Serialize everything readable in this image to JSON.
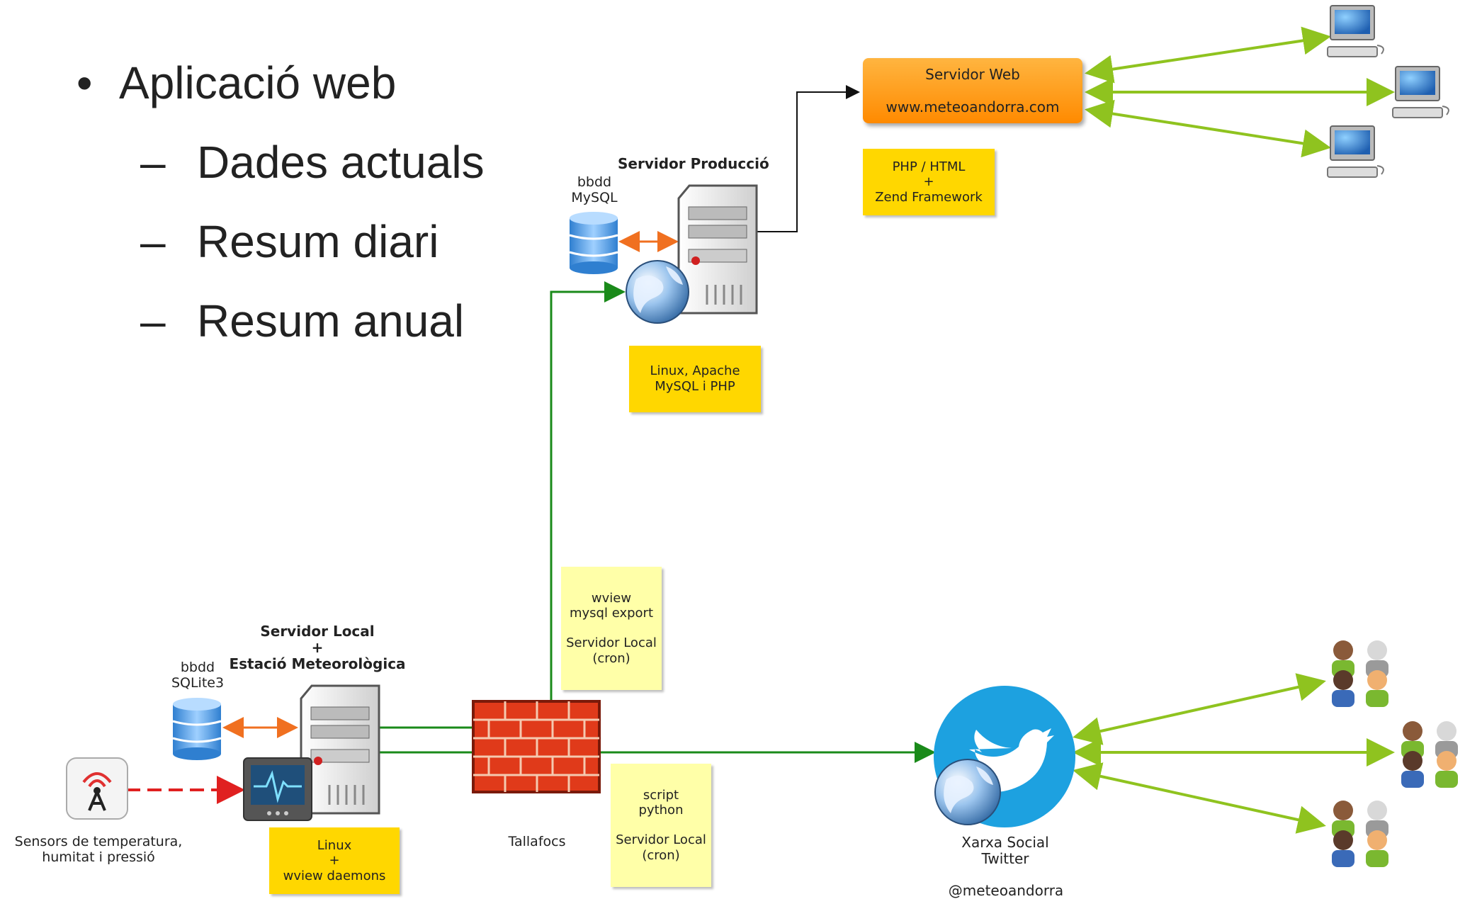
{
  "bullets": {
    "main": "Aplicació web",
    "items": [
      "Dades actuals",
      "Resum diari",
      "Resum anual"
    ]
  },
  "nodes": {
    "web_server": {
      "title": "Servidor Web",
      "url": "www.meteoandorra.com"
    },
    "web_server_note": {
      "line1": "PHP / HTML",
      "line2": "+",
      "line3": "Zend Framework"
    },
    "prod_server": {
      "title": "Servidor Producció",
      "db": "bbdd\nMySQL"
    },
    "prod_note": {
      "line1": "Linux, Apache",
      "line2": "MySQL i PHP"
    },
    "export_note": {
      "line1": "wview",
      "line2": "mysql export",
      "line3": "Servidor Local",
      "line4": "(cron)"
    },
    "local_server": {
      "title1": "Servidor Local",
      "plus": "+",
      "title2": "Estació Meteorològica",
      "db": "bbdd\nSQLite3"
    },
    "local_note": {
      "line1": "Linux",
      "line2": "+",
      "line3": "wview daemons"
    },
    "sensors": {
      "label": "Sensors de temperatura,\nhumitat i pressió"
    },
    "firewall": {
      "label": "Tallafocs"
    },
    "script_note": {
      "line1": "script",
      "line2": "python",
      "line3": "Servidor Local",
      "line4": "(cron)"
    },
    "twitter": {
      "label": "Xarxa Social\nTwitter",
      "handle": "@meteoandorra"
    }
  },
  "icons": [
    "database-icon",
    "server-icon",
    "globe-icon",
    "computer-icon",
    "monitor-icon",
    "antenna-icon",
    "firewall-icon",
    "twitter-icon",
    "users-icon"
  ],
  "colors": {
    "green_link": "#1a8a1a",
    "client_arrow": "#8fc31f",
    "db_arrow": "#f07020",
    "sensor_arrow": "#e02020",
    "note": "#ffd700",
    "note_pale": "#ffffa8",
    "web_server": "#ff8c00"
  }
}
